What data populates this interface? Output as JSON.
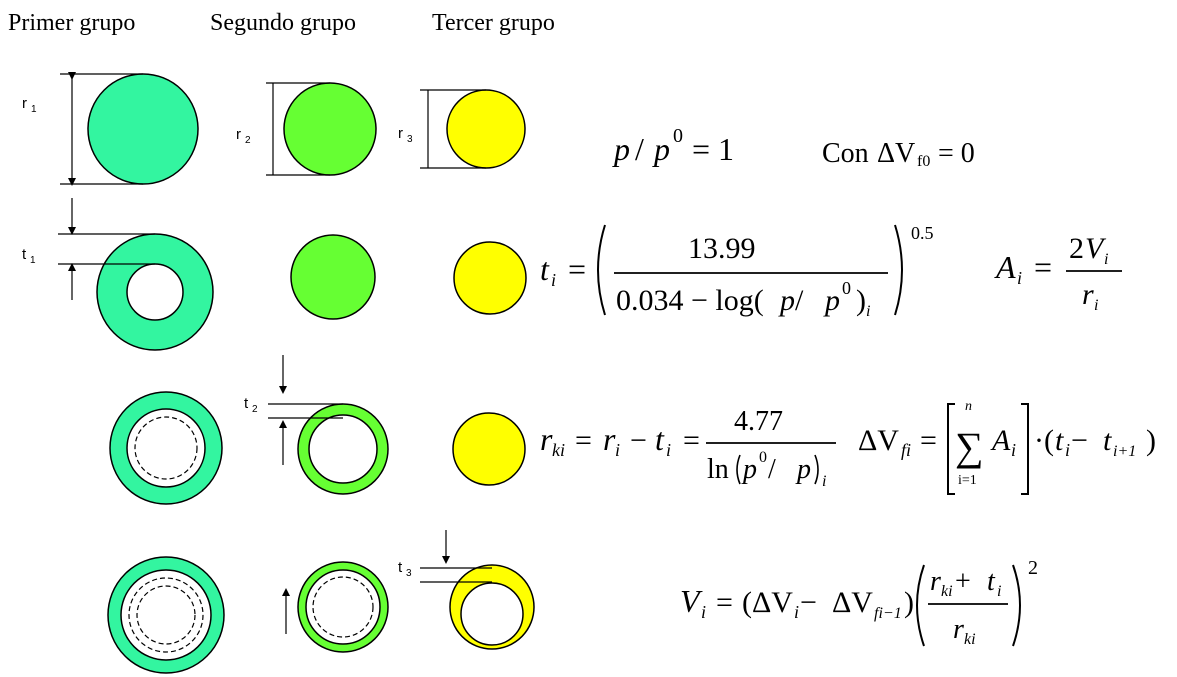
{
  "groups": {
    "first": "Primer grupo",
    "second": "Segundo grupo",
    "third": "Tercer grupo"
  },
  "labels": {
    "r": "r",
    "t": "t",
    "sub1": "1",
    "sub2": "2",
    "sub3": "3"
  },
  "colors": {
    "first_group": "#33F5A0",
    "second_group": "#66FF33",
    "third_group": "#FFFF00",
    "outline": "#000000"
  },
  "formulas": {
    "eq1": {
      "p": "p",
      "slash": "/",
      "p0": "p",
      "sup0": "0",
      "eq": "=",
      "one": "1"
    },
    "eq2": {
      "con": "Con",
      "delta": "ΔV",
      "sub_f0": "f0",
      "rest": "= 0"
    },
    "eq3": {
      "t": "t",
      "i": "i",
      "eq": "=",
      "numerator": "13.99",
      "den_a": "0.034 − log(",
      "den_p": "p",
      "den_slash": " / ",
      "den_p0": "p",
      "sup0": "0",
      "den_close": ")",
      "sub_i": "i",
      "exp": "0.5"
    },
    "eq4": {
      "A": "A",
      "i": "i",
      "eq": "=",
      "num2": "2",
      "numV": "V",
      "den_r": "r"
    },
    "eq5": {
      "r": "r",
      "ki": "ki",
      "eq1": "=",
      "ri": "r",
      "minus": "−",
      "ti": "t",
      "i": "i",
      "eq2": "=",
      "numerator": "4.77",
      "ln": "ln",
      "p0": "p",
      "sup0": "0",
      "slash": " / ",
      "p": "p"
    },
    "eq6": {
      "delta": "ΔV",
      "fi": "fi",
      "eq": "=",
      "sum_top": "n",
      "sum_sym": "∑",
      "sum_bot": "i=1",
      "A": "A",
      "i": "i",
      "dot": "·",
      "open": "(",
      "t": "t",
      "minus": " − ",
      "t2": "t",
      "i1": "i+1",
      "close": ")"
    },
    "eq7": {
      "V": "V",
      "i": "i",
      "eq": "=",
      "open": "(",
      "dV": "ΔV",
      "minus": " − ",
      "dV2": "ΔV",
      "fi1": "fi−1",
      "close": ")",
      "r": "r",
      "ki": "ki",
      "plus": " + ",
      "t": "t",
      "sq": "2"
    }
  }
}
